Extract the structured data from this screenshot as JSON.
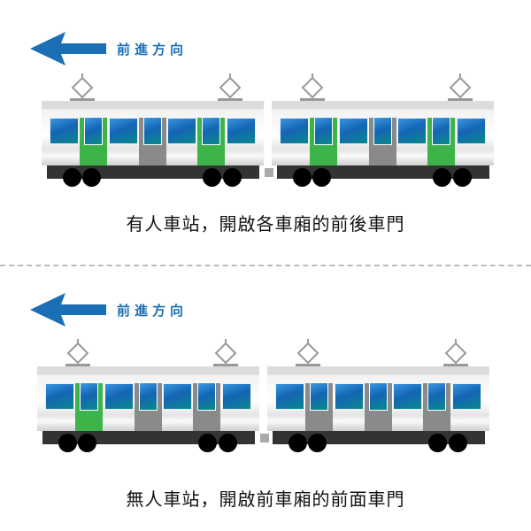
{
  "colors": {
    "open_door": "#3db449",
    "closed_door": "#8a8a8a",
    "arrow": "#1a6fb5"
  },
  "sections": [
    {
      "direction_label": "前進方向",
      "arrow_icon": "arrow-left-icon",
      "caption": "有人車站，開啟各車廂的前後車門",
      "cars": [
        {
          "doors": [
            "open",
            "closed",
            "open"
          ]
        },
        {
          "doors": [
            "open",
            "closed",
            "open"
          ]
        }
      ]
    },
    {
      "direction_label": "前進方向",
      "arrow_icon": "arrow-left-icon",
      "caption": "無人車站，開啟前車廂的前面車門",
      "cars": [
        {
          "doors": [
            "open",
            "closed",
            "closed"
          ]
        },
        {
          "doors": [
            "closed",
            "closed",
            "closed"
          ]
        }
      ]
    }
  ]
}
